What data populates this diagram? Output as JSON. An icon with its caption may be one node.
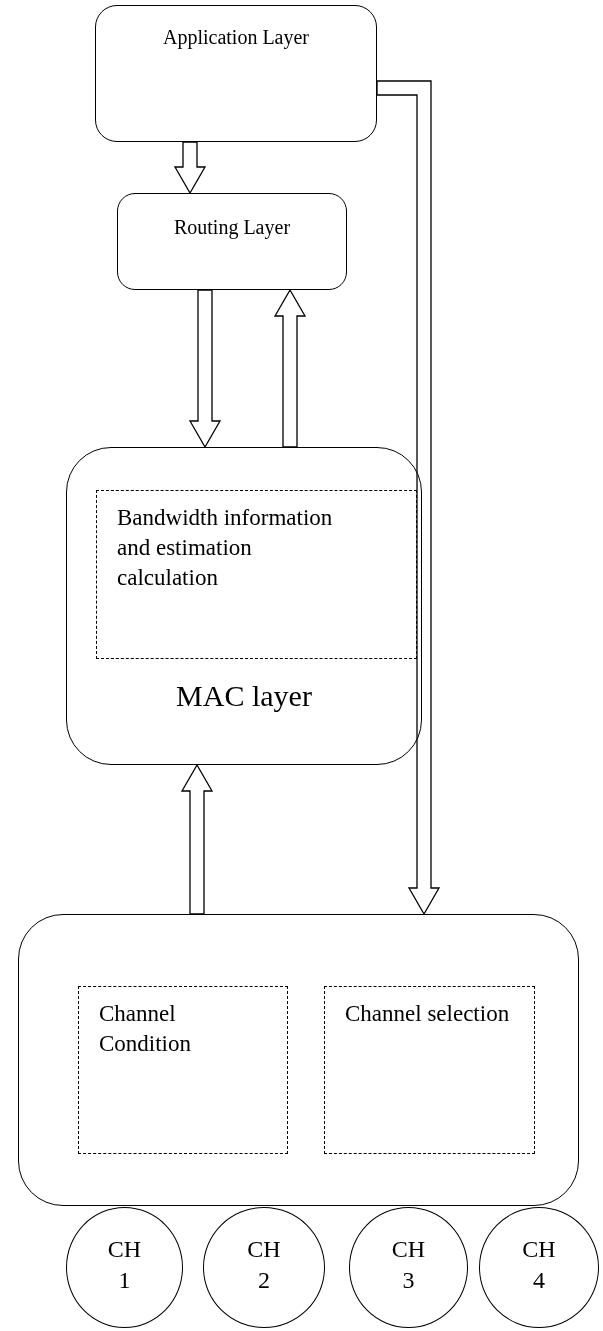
{
  "diagram": {
    "nodes": [
      {
        "text": [
          "Application Layer"
        ]
      },
      {
        "text": [
          "Routing Layer"
        ]
      },
      {
        "text": [
          "MAC layer"
        ]
      },
      {
        "text": [
          "Bandwidth information and  estimation calculation"
        ],
        "in": 2
      },
      {
        "text": [],
        "shape": "box"
      },
      {
        "text": [
          "Channel Condition"
        ],
        "in": 4
      },
      {
        "text": [
          "Channel selection"
        ],
        "in": 4
      },
      {
        "text": [
          "CH 1"
        ]
      },
      {
        "text": [
          "CH 2"
        ]
      },
      {
        "text": [
          "CH 3"
        ]
      },
      {
        "text": [
          "CH 4"
        ]
      }
    ],
    "edges": [
      {
        "from": 0,
        "to": 1,
        "arrow": "to"
      },
      {
        "from": 1,
        "to": 2,
        "arrow": "to"
      },
      {
        "from": 2,
        "to": 1,
        "arrow": "to"
      },
      {
        "from": 4,
        "to": 2,
        "arrow": "to"
      },
      {
        "from": 0,
        "to": 4,
        "arrow": "to"
      }
    ]
  }
}
